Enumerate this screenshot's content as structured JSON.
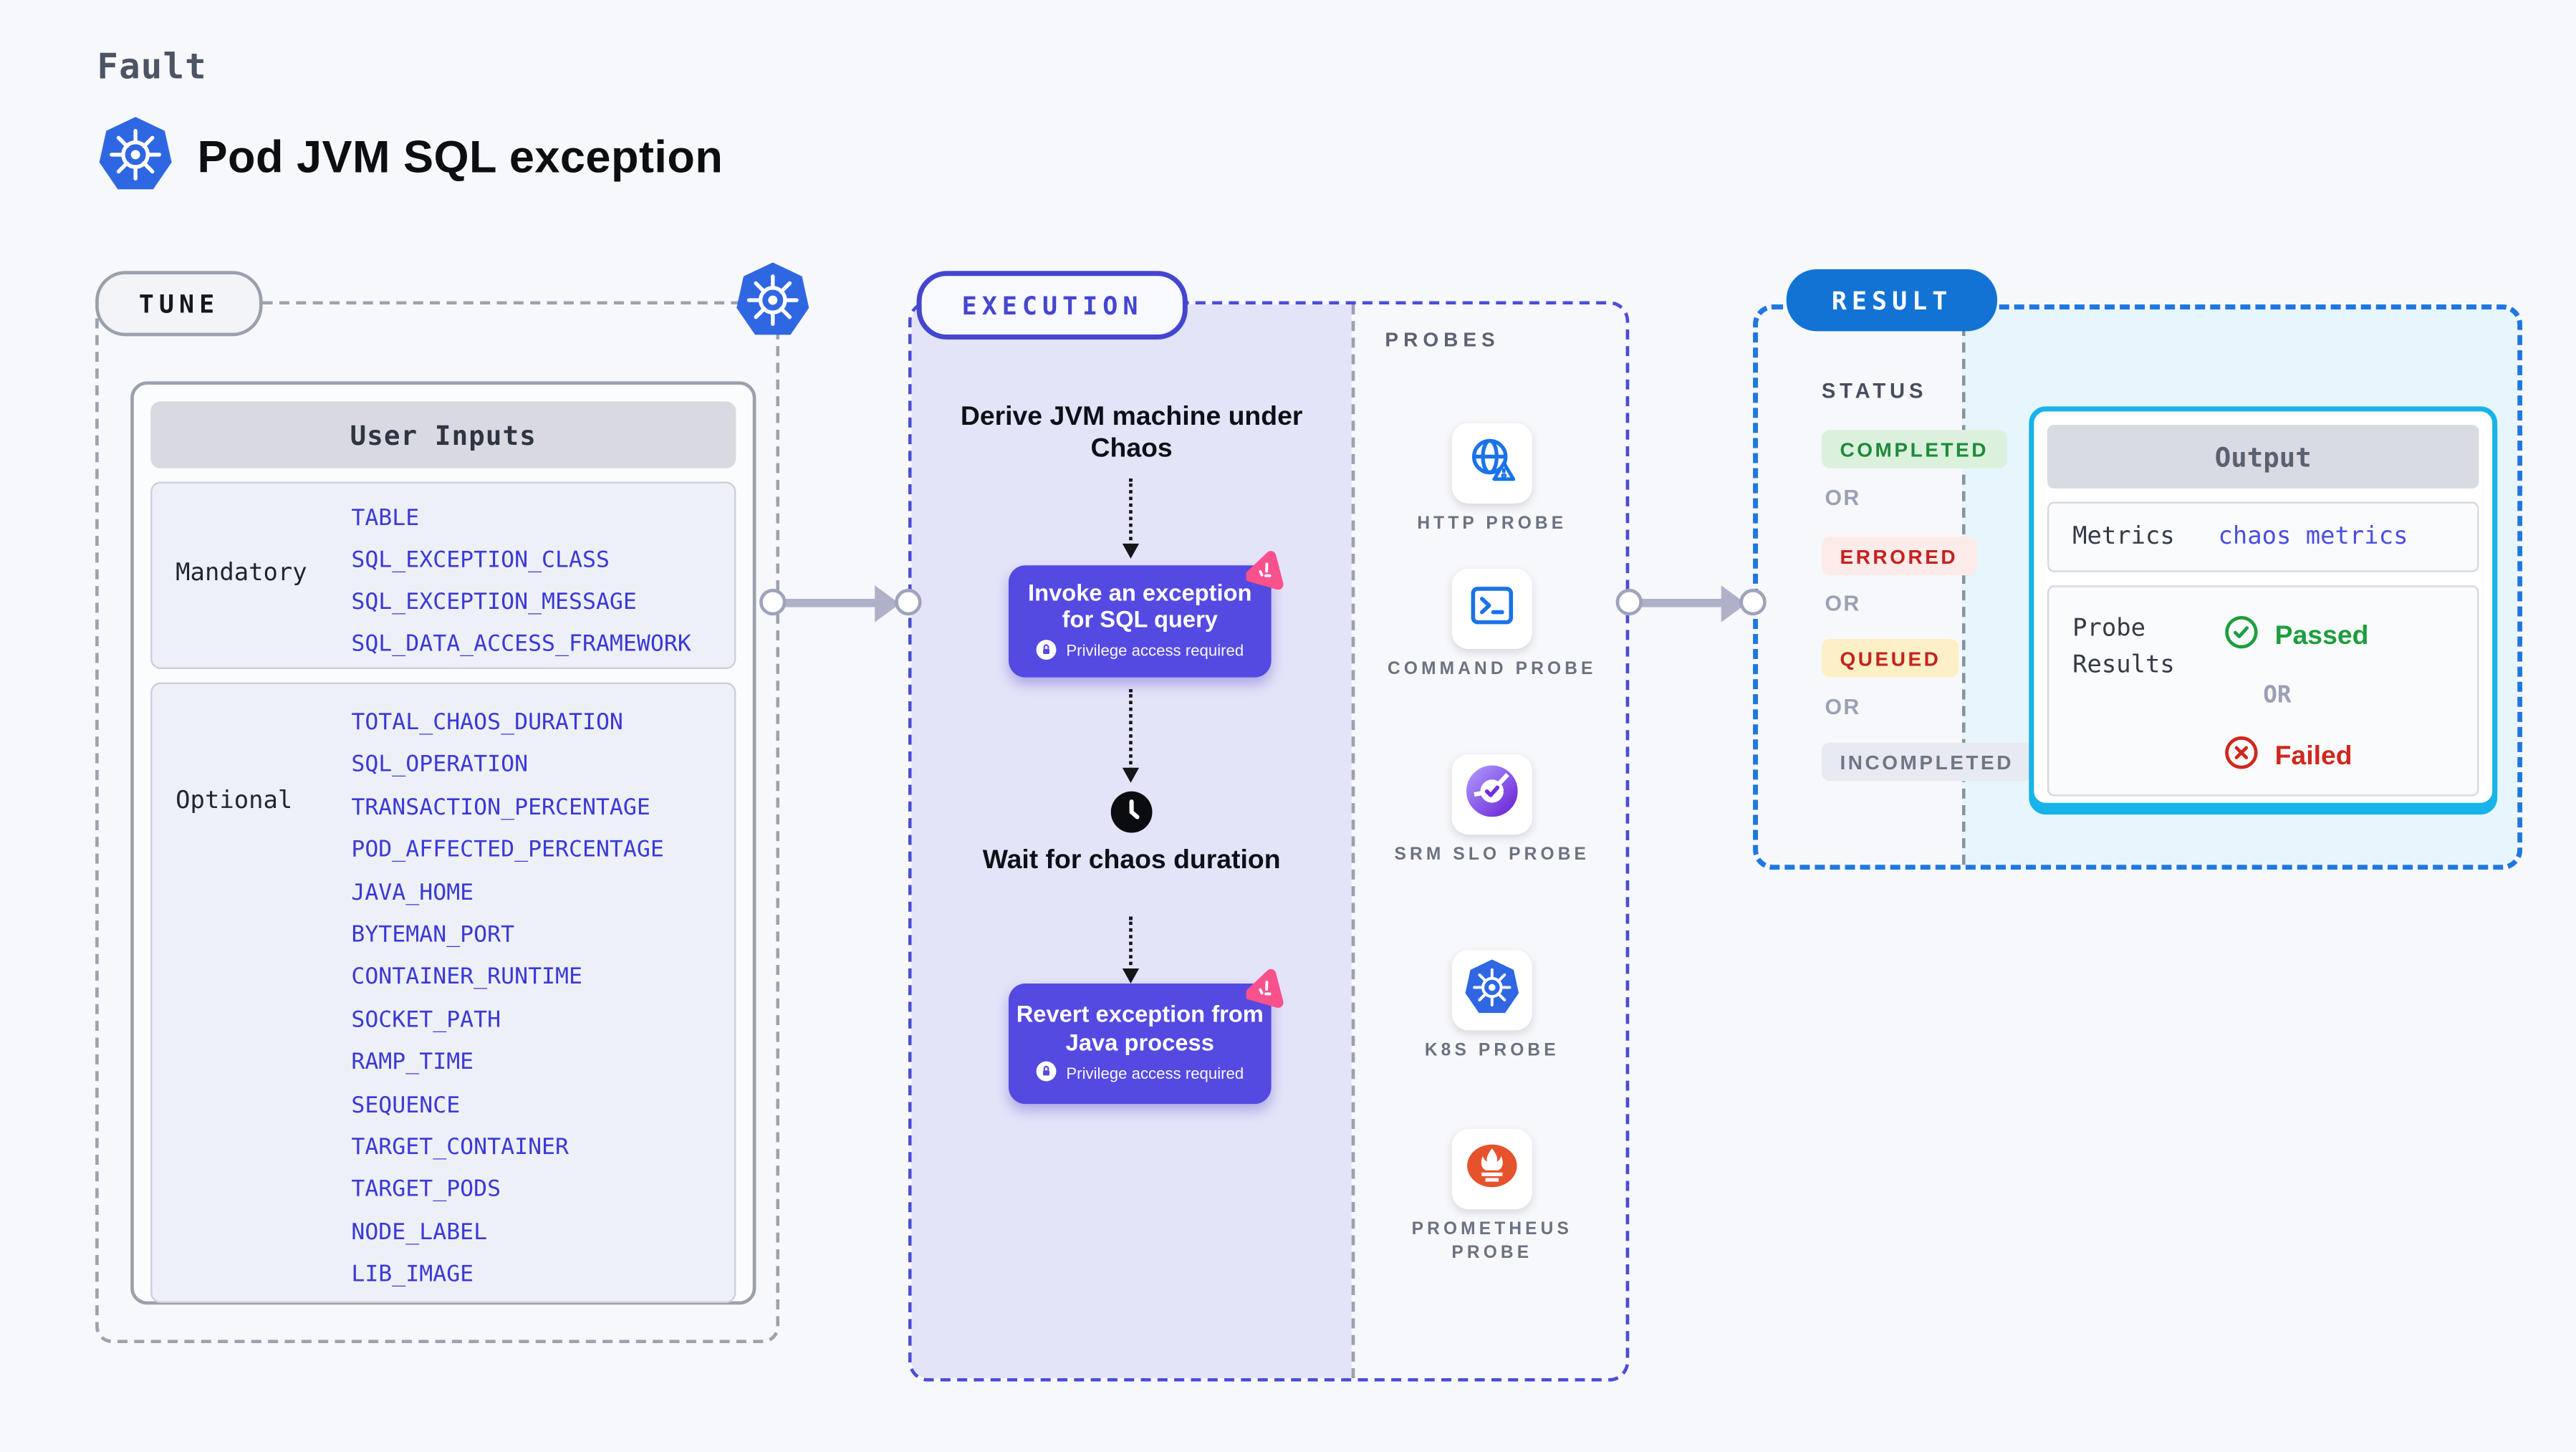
{
  "header": {
    "kicker": "Fault",
    "title": "Pod JVM SQL exception"
  },
  "tune": {
    "badge": "TUNE",
    "table": {
      "title": "User Inputs",
      "mandatory": {
        "label": "Mandatory",
        "items": [
          "TABLE",
          "SQL_EXCEPTION_CLASS",
          "SQL_EXCEPTION_MESSAGE",
          "SQL_DATA_ACCESS_FRAMEWORK"
        ]
      },
      "optional": {
        "label": "Optional",
        "items": [
          "TOTAL_CHAOS_DURATION",
          "SQL_OPERATION",
          "TRANSACTION_PERCENTAGE",
          "POD_AFFECTED_PERCENTAGE",
          "JAVA_HOME",
          "BYTEMAN_PORT",
          "CONTAINER_RUNTIME",
          "SOCKET_PATH",
          "RAMP_TIME",
          "SEQUENCE",
          "TARGET_CONTAINER",
          "TARGET_PODS",
          "NODE_LABEL",
          "LIB_IMAGE"
        ]
      }
    }
  },
  "execution": {
    "badge": "EXECUTION",
    "step1": "Derive JVM machine under Chaos",
    "node1": {
      "title": "Invoke an exception for SQL query",
      "badge": "Privilege access required"
    },
    "wait": "Wait for chaos duration",
    "node2": {
      "title": "Revert exception from Java process",
      "badge": "Privilege access required"
    }
  },
  "probes": {
    "heading": "PROBES",
    "items": [
      {
        "id": "http-probe",
        "label": "HTTP PROBE",
        "icon": "globe-alert-icon"
      },
      {
        "id": "command-probe",
        "label": "COMMAND PROBE",
        "icon": "terminal-icon"
      },
      {
        "id": "srm-slo-probe",
        "label": "SRM SLO PROBE",
        "icon": "slo-gauge-icon"
      },
      {
        "id": "k8s-probe",
        "label": "K8S PROBE",
        "icon": "kubernetes-icon"
      },
      {
        "id": "prometheus-probe",
        "label": "PROMETHEUS PROBE",
        "icon": "prometheus-icon"
      }
    ]
  },
  "result": {
    "badge": "RESULT",
    "status_heading": "STATUS",
    "or_label": "OR",
    "statuses": [
      {
        "label": "COMPLETED",
        "color": "#1d8b3a",
        "bg": "#dcf1dd"
      },
      {
        "label": "ERRORED",
        "color": "#c5221f",
        "bg": "#fcebe9"
      },
      {
        "label": "QUEUED",
        "color": "#c5221f",
        "bg": "#fdf0c6"
      },
      {
        "label": "INCOMPLETED",
        "color": "#6f7684",
        "bg": "#e8eaf2"
      }
    ],
    "output": {
      "title": "Output",
      "metrics_label": "Metrics",
      "metrics_value": "chaos metrics",
      "probe_results_label": "Probe Results",
      "passed": "Passed",
      "or_label": "OR",
      "failed": "Failed"
    }
  },
  "colors": {
    "page_bg": "#f7f8fb",
    "tune_dash": "#9ca3af",
    "execution_dash": "#4a4cd8",
    "execution_fill": "#e4e4f9",
    "result_dash": "#1f78e0",
    "result_fill": "#e7f5fc",
    "result_badge_bg": "#1273d4",
    "node_purple": "#5449e1",
    "chaos_pink": "#f9518c",
    "kubernetes_blue": "#2f67e3",
    "item_blue": "#3a3ad6",
    "output_border_cyan": "#18b3e8",
    "passed_green": "#1d9e3e",
    "failed_red": "#d0271d"
  }
}
